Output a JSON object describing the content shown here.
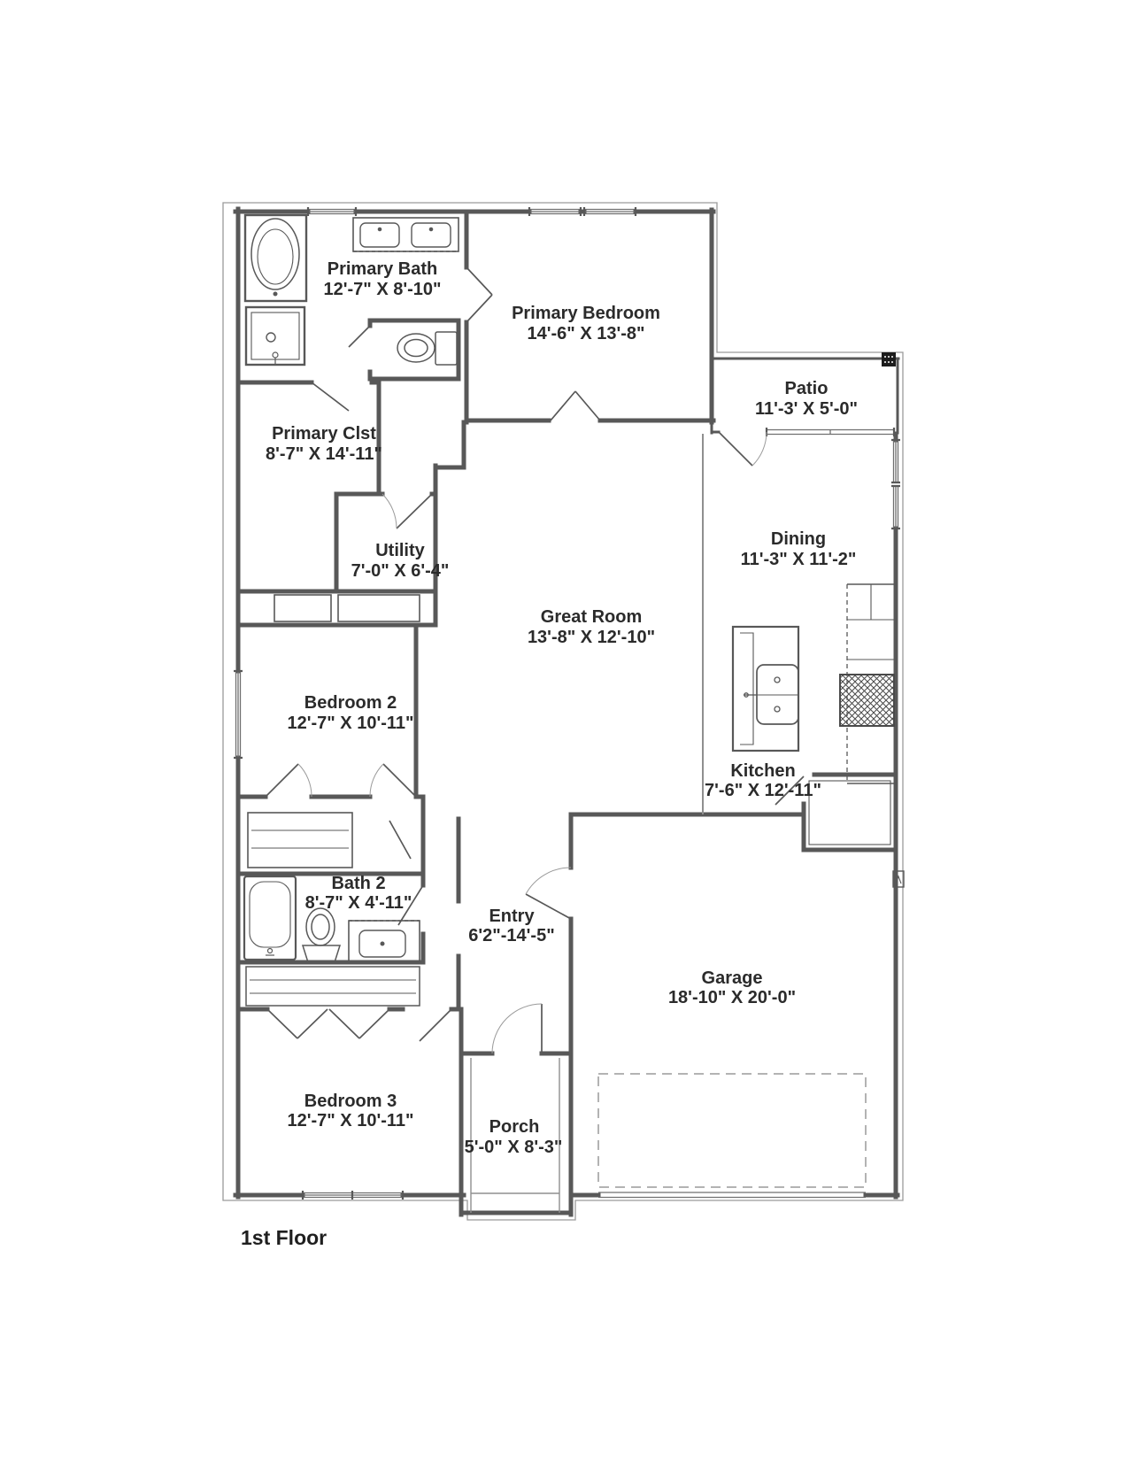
{
  "floor_label": "1st Floor",
  "rooms": {
    "primary_bath": {
      "name": "Primary Bath",
      "dims": "12'-7\" X 8'-10\""
    },
    "primary_bedroom": {
      "name": "Primary Bedroom",
      "dims": "14'-6\" X 13'-8\""
    },
    "patio": {
      "name": "Patio",
      "dims": "11'-3' X 5'-0\""
    },
    "primary_clst": {
      "name": "Primary Clst",
      "dims": "8'-7\" X 14'-11\""
    },
    "utility": {
      "name": "Utility",
      "dims": "7'-0\" X 6'-4\""
    },
    "dining": {
      "name": "Dining",
      "dims": "11'-3\" X 11'-2\""
    },
    "great_room": {
      "name": "Great Room",
      "dims": "13'-8\" X 12'-10\""
    },
    "bedroom_2": {
      "name": "Bedroom 2",
      "dims": "12'-7\" X 10'-11\""
    },
    "kitchen": {
      "name": "Kitchen",
      "dims": "7'-6\" X 12'-11\""
    },
    "bath_2": {
      "name": "Bath 2",
      "dims": "8'-7\" X 4'-11\""
    },
    "entry": {
      "name": "Entry",
      "dims": "6'2\"-14'-5\""
    },
    "garage": {
      "name": "Garage",
      "dims": "18'-10\" X 20'-0\""
    },
    "bedroom_3": {
      "name": "Bedroom 3",
      "dims": "12'-7\" X 10'-11\""
    },
    "porch": {
      "name": "Porch",
      "dims": "5'-0\" X 8'-3\""
    }
  },
  "colors": {
    "wall": "#585858",
    "thin_line": "#9a9a9a",
    "text": "#2b2b2b",
    "background": "#ffffff"
  }
}
